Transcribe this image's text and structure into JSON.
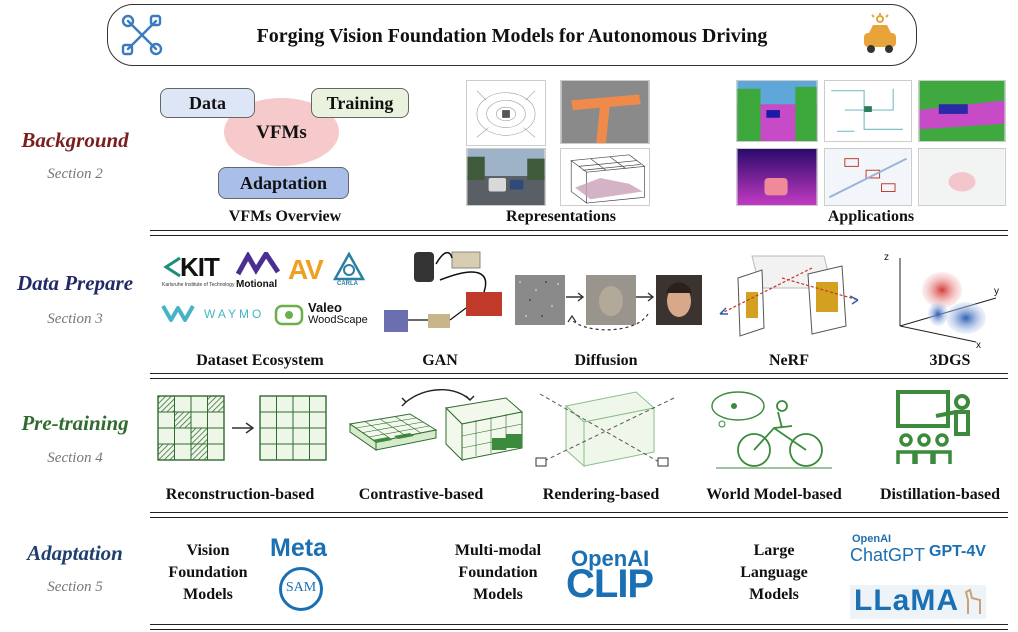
{
  "title": "Forging Vision Foundation Models for Autonomous Driving",
  "sections": [
    {
      "title": "Background",
      "sub": "Section 2",
      "color": "#7a1d1d"
    },
    {
      "title": "Data Prepare",
      "sub": "Section 3",
      "color": "#1f2a66"
    },
    {
      "title": "Pre-training",
      "sub": "Section 4",
      "color": "#2f6b2f"
    },
    {
      "title": "Adaptation",
      "sub": "Section 5",
      "color": "#1f3f6e"
    }
  ],
  "background": {
    "vfms": {
      "center": "VFMs",
      "data": "Data",
      "training": "Training",
      "adaptation": "Adaptation"
    },
    "captions": [
      "VFMs Overview",
      "Representations",
      "Applications"
    ]
  },
  "data_prepare": {
    "logos": {
      "kit": "KIT",
      "kit_sub": "Karlsruhe Institute of Technology",
      "motional": "Motional",
      "av": "AV",
      "carla": "CARLA",
      "waymo": "WAYMO",
      "valeo": "Valeo",
      "valeo_sub": "WoodScape"
    },
    "axes": {
      "x": "x",
      "y": "y",
      "z": "z"
    },
    "captions": [
      "Dataset Ecosystem",
      "GAN",
      "Diffusion",
      "NeRF",
      "3DGS"
    ]
  },
  "pretraining": {
    "captions": [
      "Reconstruction-based",
      "Contrastive-based",
      "Rendering-based",
      "World Model-based",
      "Distillation-based"
    ]
  },
  "adaptation": {
    "groups": [
      {
        "label": "Vision Foundation Models"
      },
      {
        "label": "Multi-modal Foundation Models"
      },
      {
        "label": "Large Language Models"
      }
    ],
    "logos": {
      "meta": "Meta",
      "sam": "SAM",
      "openai": "OpenAI",
      "clip": "CLIP",
      "openai_small": "OpenAI",
      "chatgpt": "ChatGPT",
      "gpt4v": "GPT-4V",
      "llama": "LLaMA"
    }
  },
  "colors": {
    "accent_blue": "#1b6fb3",
    "green": "#3c8a3c",
    "data_pill": "#dde6f6",
    "training_pill": "#e8f2dc",
    "adapt_pill": "#a9bee8",
    "vfms_ellipse": "#f6caca"
  }
}
